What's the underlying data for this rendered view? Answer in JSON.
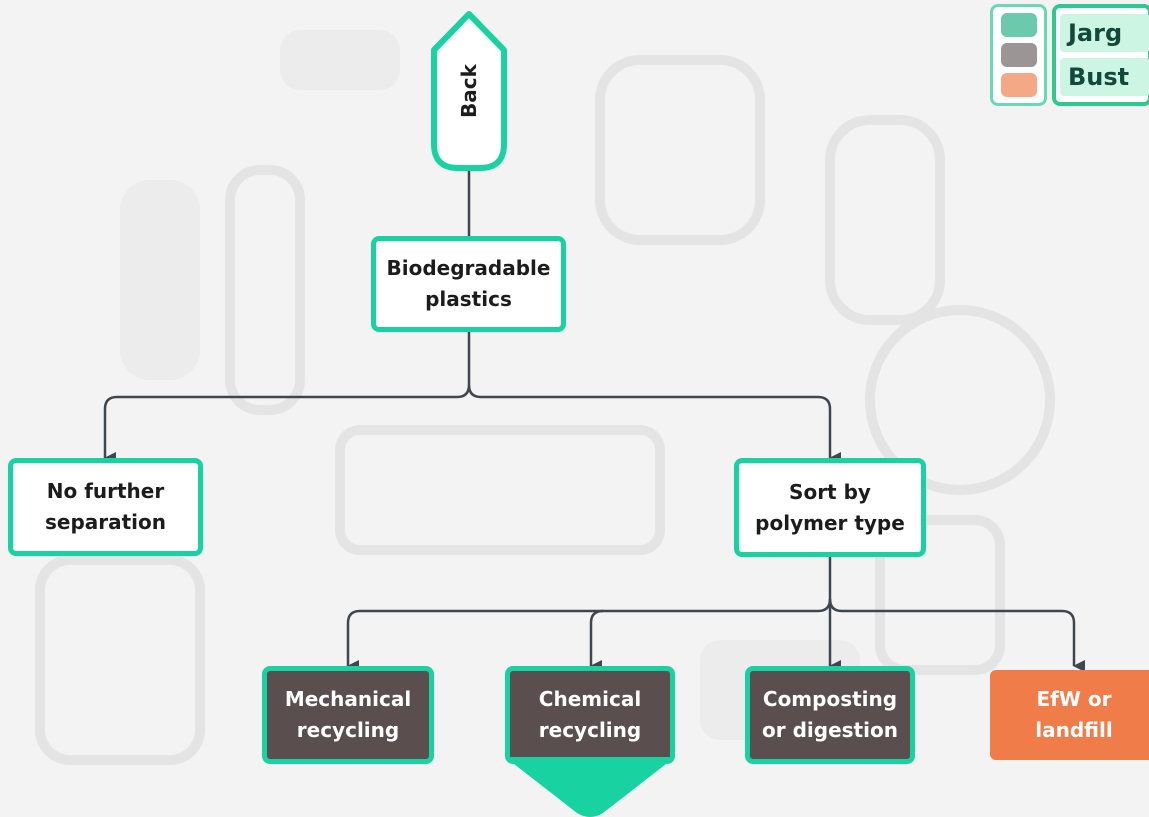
{
  "back_button": {
    "label": "Back"
  },
  "nodes": {
    "biodegradable": {
      "label": "Biodegradable\nplastics"
    },
    "no_separation": {
      "label": "No further\nseparation"
    },
    "sort_polymer": {
      "label": "Sort by\npolymer type"
    },
    "mechanical": {
      "label": "Mechanical\nrecycling"
    },
    "chemical": {
      "label": "Chemical\nrecycling"
    },
    "composting": {
      "label": "Composting\nor digestion"
    },
    "efw": {
      "label": "EfW or\nlandfill"
    }
  },
  "logo": {
    "word1": "Jarg",
    "word2": "Bust"
  },
  "colors": {
    "accent": "#19d2a2",
    "dark_box": "#5a4e4f",
    "orange_box": "#f07c4a",
    "connector": "#3e4650",
    "swatch_green": "#6cc9ab",
    "swatch_grey": "#9b9595",
    "swatch_peach": "#f3a886"
  },
  "icons": {
    "back": "back-tag-icon",
    "chemical_expand": "chevron-down-icon"
  }
}
